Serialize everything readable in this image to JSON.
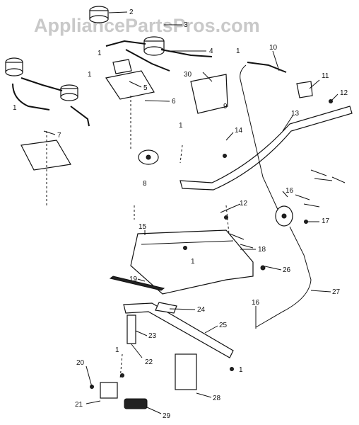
{
  "watermark": "AppliancePartsPros.com",
  "callouts": {
    "c1": "1",
    "c1b": "1",
    "c1c": "1",
    "c1d": "1",
    "c1e": "1",
    "c1f": "1",
    "c1g": "1",
    "c2": "2",
    "c3": "3",
    "c4": "4",
    "c5": "5",
    "c6": "6",
    "c7": "7",
    "c8": "8",
    "c9": "9",
    "c10": "10",
    "c11": "11",
    "c12": "12",
    "c12b": "12",
    "c13": "13",
    "c14": "14",
    "c15": "15",
    "c16": "16",
    "c16b": "16",
    "c17": "17",
    "c18": "18",
    "c19": "19",
    "c20": "20",
    "c21": "21",
    "c22": "22",
    "c23": "23",
    "c24": "24",
    "c25": "25",
    "c26": "26",
    "c27": "27",
    "c28": "28",
    "c29": "29",
    "c30": "30"
  }
}
